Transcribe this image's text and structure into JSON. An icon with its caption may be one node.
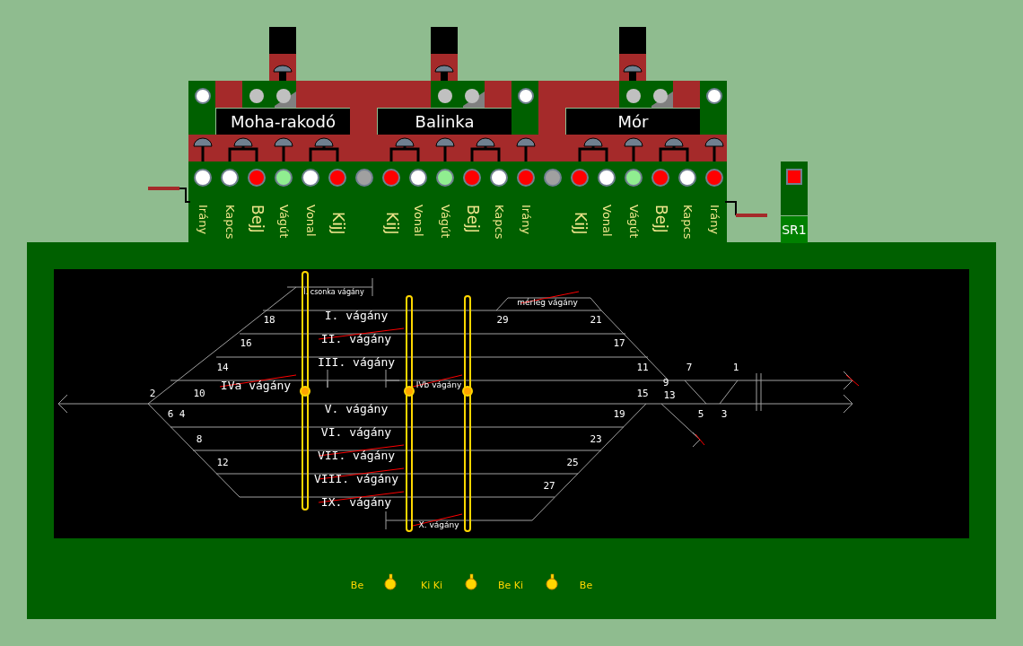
{
  "diagram": {
    "labels": [
      "Moha-rakodó",
      "Balinka",
      "Mór",
      "Irány",
      "Kapcs",
      "BejJ",
      "Vágút",
      "Vonal",
      "KijJ",
      "KijJ",
      "Vonal",
      "Vágút",
      "BejJ",
      "Kapcs",
      "Irány",
      "KijJ",
      "Vonal",
      "Vágút",
      "BejJ",
      "Kapcs",
      "Irány",
      "SR1",
      "I. csonka vágány",
      "mérleg vágány",
      "I. vágány",
      "II. vágány",
      "III. vágány",
      "IVa vágány",
      "IVb vágány",
      "V. vágány",
      "VI. vágány",
      "VII. vágány",
      "VIII. vágány",
      "IX. vágány",
      "X. vágány",
      "18",
      "29",
      "21",
      "16",
      "17",
      "14",
      "11",
      "7",
      "1",
      "9",
      "2",
      "10",
      "15",
      "13",
      "6",
      "4",
      "19",
      "5",
      "3",
      "8",
      "23",
      "12",
      "25",
      "27",
      "Be",
      "Ki Ki",
      "Be Ki",
      "Be"
    ]
  }
}
